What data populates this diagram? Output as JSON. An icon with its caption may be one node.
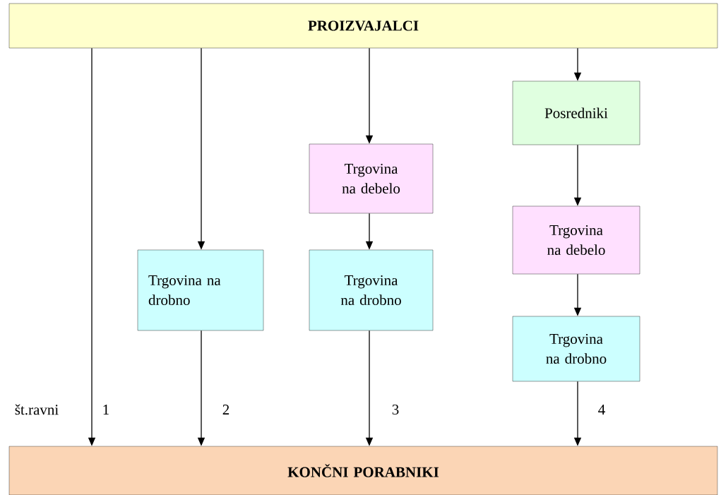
{
  "diagram": {
    "nodes": [
      {
        "text": [
          "PROIZVAJALCI"
        ]
      },
      {
        "text": [
          "Trgovina na drobno"
        ]
      },
      {
        "text": [
          "Trgovina na debelo"
        ]
      },
      {
        "text": [
          "Trgovina na drobno"
        ]
      },
      {
        "text": [
          "Posredniki"
        ]
      },
      {
        "text": [
          "Trgovina na debelo"
        ]
      },
      {
        "text": [
          "Trgovina na drobno"
        ]
      },
      {
        "text": [
          "KONČNI PORABNIKI"
        ]
      }
    ],
    "edges": [
      {
        "from": 0,
        "to": 7,
        "arrow": "to"
      },
      {
        "from": 0,
        "to": 1,
        "arrow": "to"
      },
      {
        "from": 1,
        "to": 7,
        "arrow": "to"
      },
      {
        "from": 0,
        "to": 2,
        "arrow": "to"
      },
      {
        "from": 2,
        "to": 3,
        "arrow": "to"
      },
      {
        "from": 3,
        "to": 7,
        "arrow": "to"
      },
      {
        "from": 0,
        "to": 4,
        "arrow": "to"
      },
      {
        "from": 4,
        "to": 5,
        "arrow": "to"
      },
      {
        "from": 5,
        "to": 6,
        "arrow": "to"
      },
      {
        "from": 6,
        "to": 7,
        "arrow": "to"
      }
    ],
    "labels": [
      "št.ravni",
      "1",
      "2",
      "3",
      "4"
    ]
  }
}
